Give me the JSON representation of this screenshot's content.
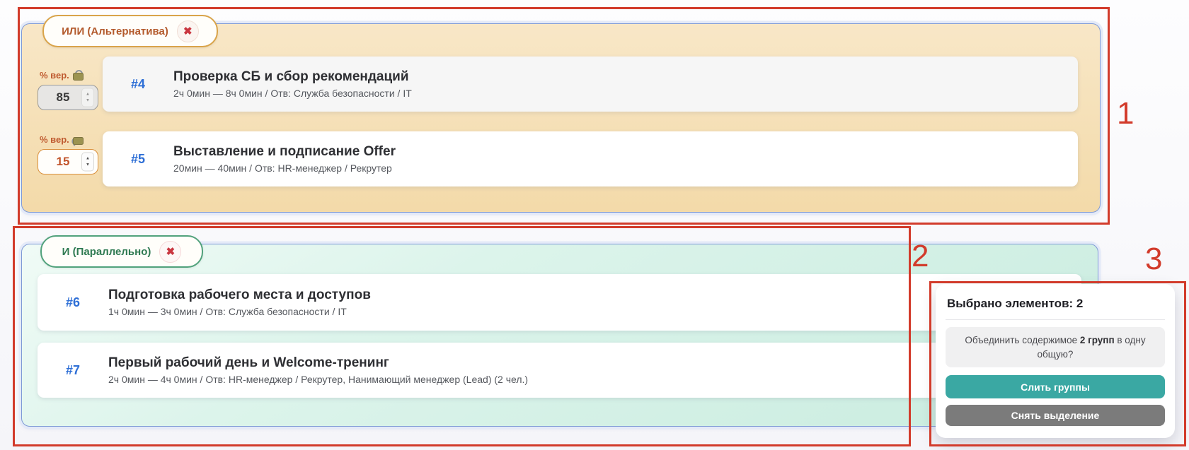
{
  "groups": [
    {
      "badge": "ИЛИ (Альтернатива)",
      "close_label": "✖",
      "items": [
        {
          "id": "#4",
          "title": "Проверка СБ и сбор рекомендаций",
          "meta": "2ч 0мин — 8ч 0мин / Отв: Служба безопасности / IT",
          "prob_label": "% вер.",
          "prob_value": "85",
          "locked": true
        },
        {
          "id": "#5",
          "title": "Выставление и подписание Offer",
          "meta": "20мин — 40мин / Отв: HR-менеджер / Рекрутер",
          "prob_label": "% вер.",
          "prob_value": "15",
          "locked": false
        }
      ]
    },
    {
      "badge": "И (Параллельно)",
      "close_label": "✖",
      "items": [
        {
          "id": "#6",
          "title": "Подготовка рабочего места и доступов",
          "meta": "1ч 0мин — 3ч 0мин / Отв: Служба безопасности / IT"
        },
        {
          "id": "#7",
          "title": "Первый рабочий день и Welcome-тренинг",
          "meta": "2ч 0мин — 4ч 0мин / Отв: HR-менеджер / Рекрутер, Нанимающий менеджер (Lead) (2 чел.)"
        }
      ]
    }
  ],
  "stepper": {
    "up": "▲",
    "down": "▼"
  },
  "popup": {
    "title": "Выбрано элементов: 2",
    "question_prefix": "Объединить содержимое ",
    "question_bold": "2 групп",
    "question_suffix": " в одну общую?",
    "merge_button": "Слить группы",
    "deselect_button": "Снять выделение"
  },
  "annotations": {
    "labels": [
      "1",
      "2",
      "3"
    ]
  },
  "colors": {
    "annotation_red": "#d23b2b",
    "group_or_bg": "#f5dfb4",
    "group_or_badge_border": "#d9a44a",
    "group_or_badge_text": "#b35a2c",
    "group_and_bg": "#d2efe4",
    "group_and_badge_border": "#51a27c",
    "group_and_badge_text": "#2f7a52",
    "group_border_blue": "#7e9ad6",
    "task_id_blue": "#2e6fd6",
    "close_x_red": "#c9353f",
    "prob_free_border": "#d98f3c",
    "prob_text_orange": "#c2552c",
    "merge_button_teal": "#3aa8a3",
    "deselect_button_gray": "#7b7b7b"
  }
}
